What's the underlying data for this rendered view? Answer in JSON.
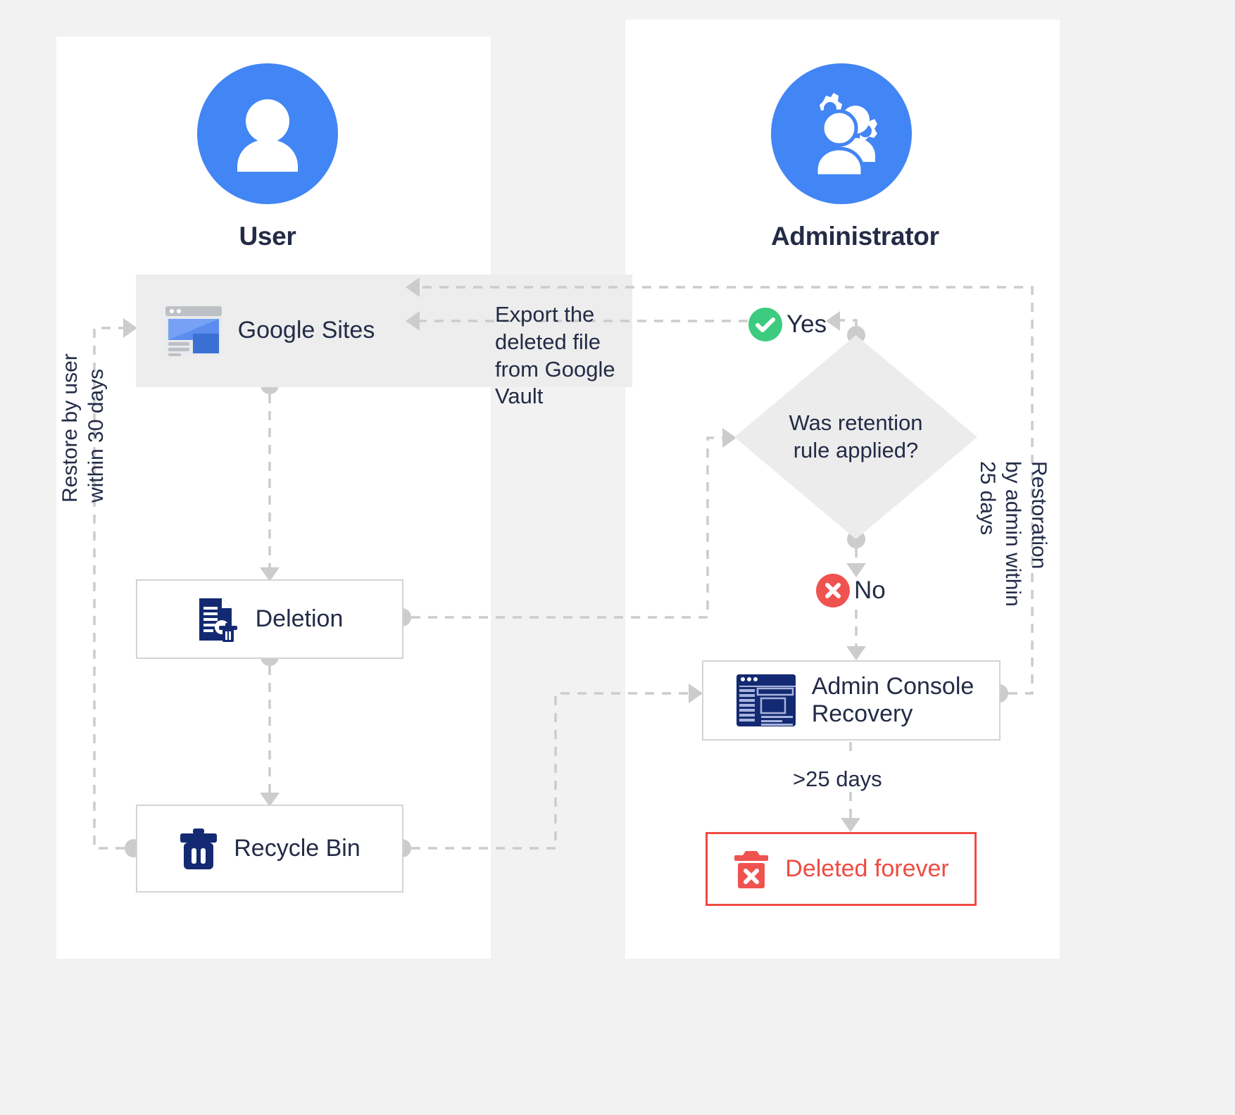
{
  "lanes": {
    "user": {
      "title": "User",
      "avatar_icon": "person-icon"
    },
    "admin": {
      "title": "Administrator",
      "avatar_icon": "people-gear-icon"
    }
  },
  "colors": {
    "accent_blue": "#4285f4",
    "icon_navy": "#132a72",
    "danger_red": "#ef4b42",
    "success_green": "#3dcb7f",
    "fail_red": "#ef5350",
    "connector_gray": "#cccccc",
    "panel_gray": "#ededed",
    "page_bg": "#f2f2f2"
  },
  "nodes": {
    "google_sites": {
      "label": "Google Sites",
      "icon": "google-sites-icon"
    },
    "deletion": {
      "label": "Deletion",
      "icon": "file-delete-icon"
    },
    "recycle_bin": {
      "label": "Recycle Bin",
      "icon": "trash-icon"
    },
    "decision": {
      "line1": "Was retention",
      "line2": "rule applied?"
    },
    "admin_console": {
      "line1": "Admin Console",
      "line2": "Recovery",
      "icon": "admin-console-icon"
    },
    "deleted_forever": {
      "label": "Deleted forever",
      "icon": "trash-x-icon"
    }
  },
  "labels": {
    "export_vault": "Export the deleted file from Google Vault",
    "restore_by_user": "Restore by user within 30 days",
    "restoration_by_admin": "Restoration by admin within 25 days",
    "over_25_days": ">25 days",
    "yes": "Yes",
    "no": "No"
  }
}
